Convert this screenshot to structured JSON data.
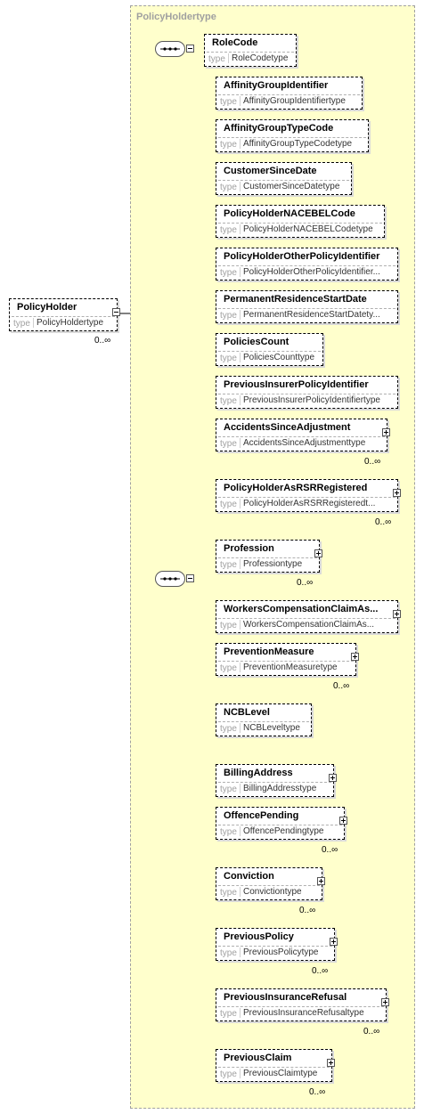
{
  "root": {
    "name": "PolicyHolder",
    "type_keyword": "type",
    "type": "PolicyHoldertype",
    "cardinality": "0..∞"
  },
  "complex_type": {
    "title": "PolicyHoldertype"
  },
  "sequence_1": {
    "elements": [
      {
        "name": "RoleCode",
        "type": "RoleCodetype",
        "cardinality": "",
        "expandable": false
      }
    ]
  },
  "sequence_2": {
    "elements": [
      {
        "name": "AffinityGroupIdentifier",
        "type": "AffinityGroupIdentifiertype",
        "cardinality": "",
        "expandable": false
      },
      {
        "name": "AffinityGroupTypeCode",
        "type": "AffinityGroupTypeCodetype",
        "cardinality": "",
        "expandable": false
      },
      {
        "name": "CustomerSinceDate",
        "type": "CustomerSinceDatetype",
        "cardinality": "",
        "expandable": false
      },
      {
        "name": "PolicyHolderNACEBELCode",
        "type": "PolicyHolderNACEBELCodetype",
        "cardinality": "",
        "expandable": false
      },
      {
        "name": "PolicyHolderOtherPolicyIdentifier",
        "type": "PolicyHolderOtherPolicyIdentifier...",
        "cardinality": "",
        "expandable": false
      },
      {
        "name": "PermanentResidenceStartDate",
        "type": "PermanentResidenceStartDatety...",
        "cardinality": "",
        "expandable": false
      },
      {
        "name": "PoliciesCount",
        "type": "PoliciesCounttype",
        "cardinality": "",
        "expandable": false
      },
      {
        "name": "PreviousInsurerPolicyIdentifier",
        "type": "PreviousInsurerPolicyIdentifiertype",
        "cardinality": "",
        "expandable": false
      },
      {
        "name": "AccidentsSinceAdjustment",
        "type": "AccidentsSinceAdjustmenttype",
        "cardinality": "0..∞",
        "expandable": true
      },
      {
        "name": "PolicyHolderAsRSRRegistered",
        "type": "PolicyHolderAsRSRRegisteredt...",
        "cardinality": "0..∞",
        "expandable": true
      },
      {
        "name": "Profession",
        "type": "Professiontype",
        "cardinality": "0..∞",
        "expandable": true
      },
      {
        "name": "WorkersCompensationClaimAs...",
        "type": "WorkersCompensationClaimAs...",
        "cardinality": "",
        "expandable": true
      },
      {
        "name": "PreventionMeasure",
        "type": "PreventionMeasuretype",
        "cardinality": "0..∞",
        "expandable": true
      },
      {
        "name": "NCBLevel",
        "type": "NCBLeveltype",
        "cardinality": "",
        "expandable": false
      },
      {
        "name": "BillingAddress",
        "type": "BillingAddresstype",
        "cardinality": "",
        "expandable": true
      },
      {
        "name": "OffencePending",
        "type": "OffencePendingtype",
        "cardinality": "0..∞",
        "expandable": true
      },
      {
        "name": "Conviction",
        "type": "Convictiontype",
        "cardinality": "0..∞",
        "expandable": true
      },
      {
        "name": "PreviousPolicy",
        "type": "PreviousPolicytype",
        "cardinality": "0..∞",
        "expandable": true
      },
      {
        "name": "PreviousInsuranceRefusal",
        "type": "PreviousInsuranceRefusaltype",
        "cardinality": "0..∞",
        "expandable": true
      },
      {
        "name": "PreviousClaim",
        "type": "PreviousClaimtype",
        "cardinality": "0..∞",
        "expandable": true
      }
    ]
  }
}
